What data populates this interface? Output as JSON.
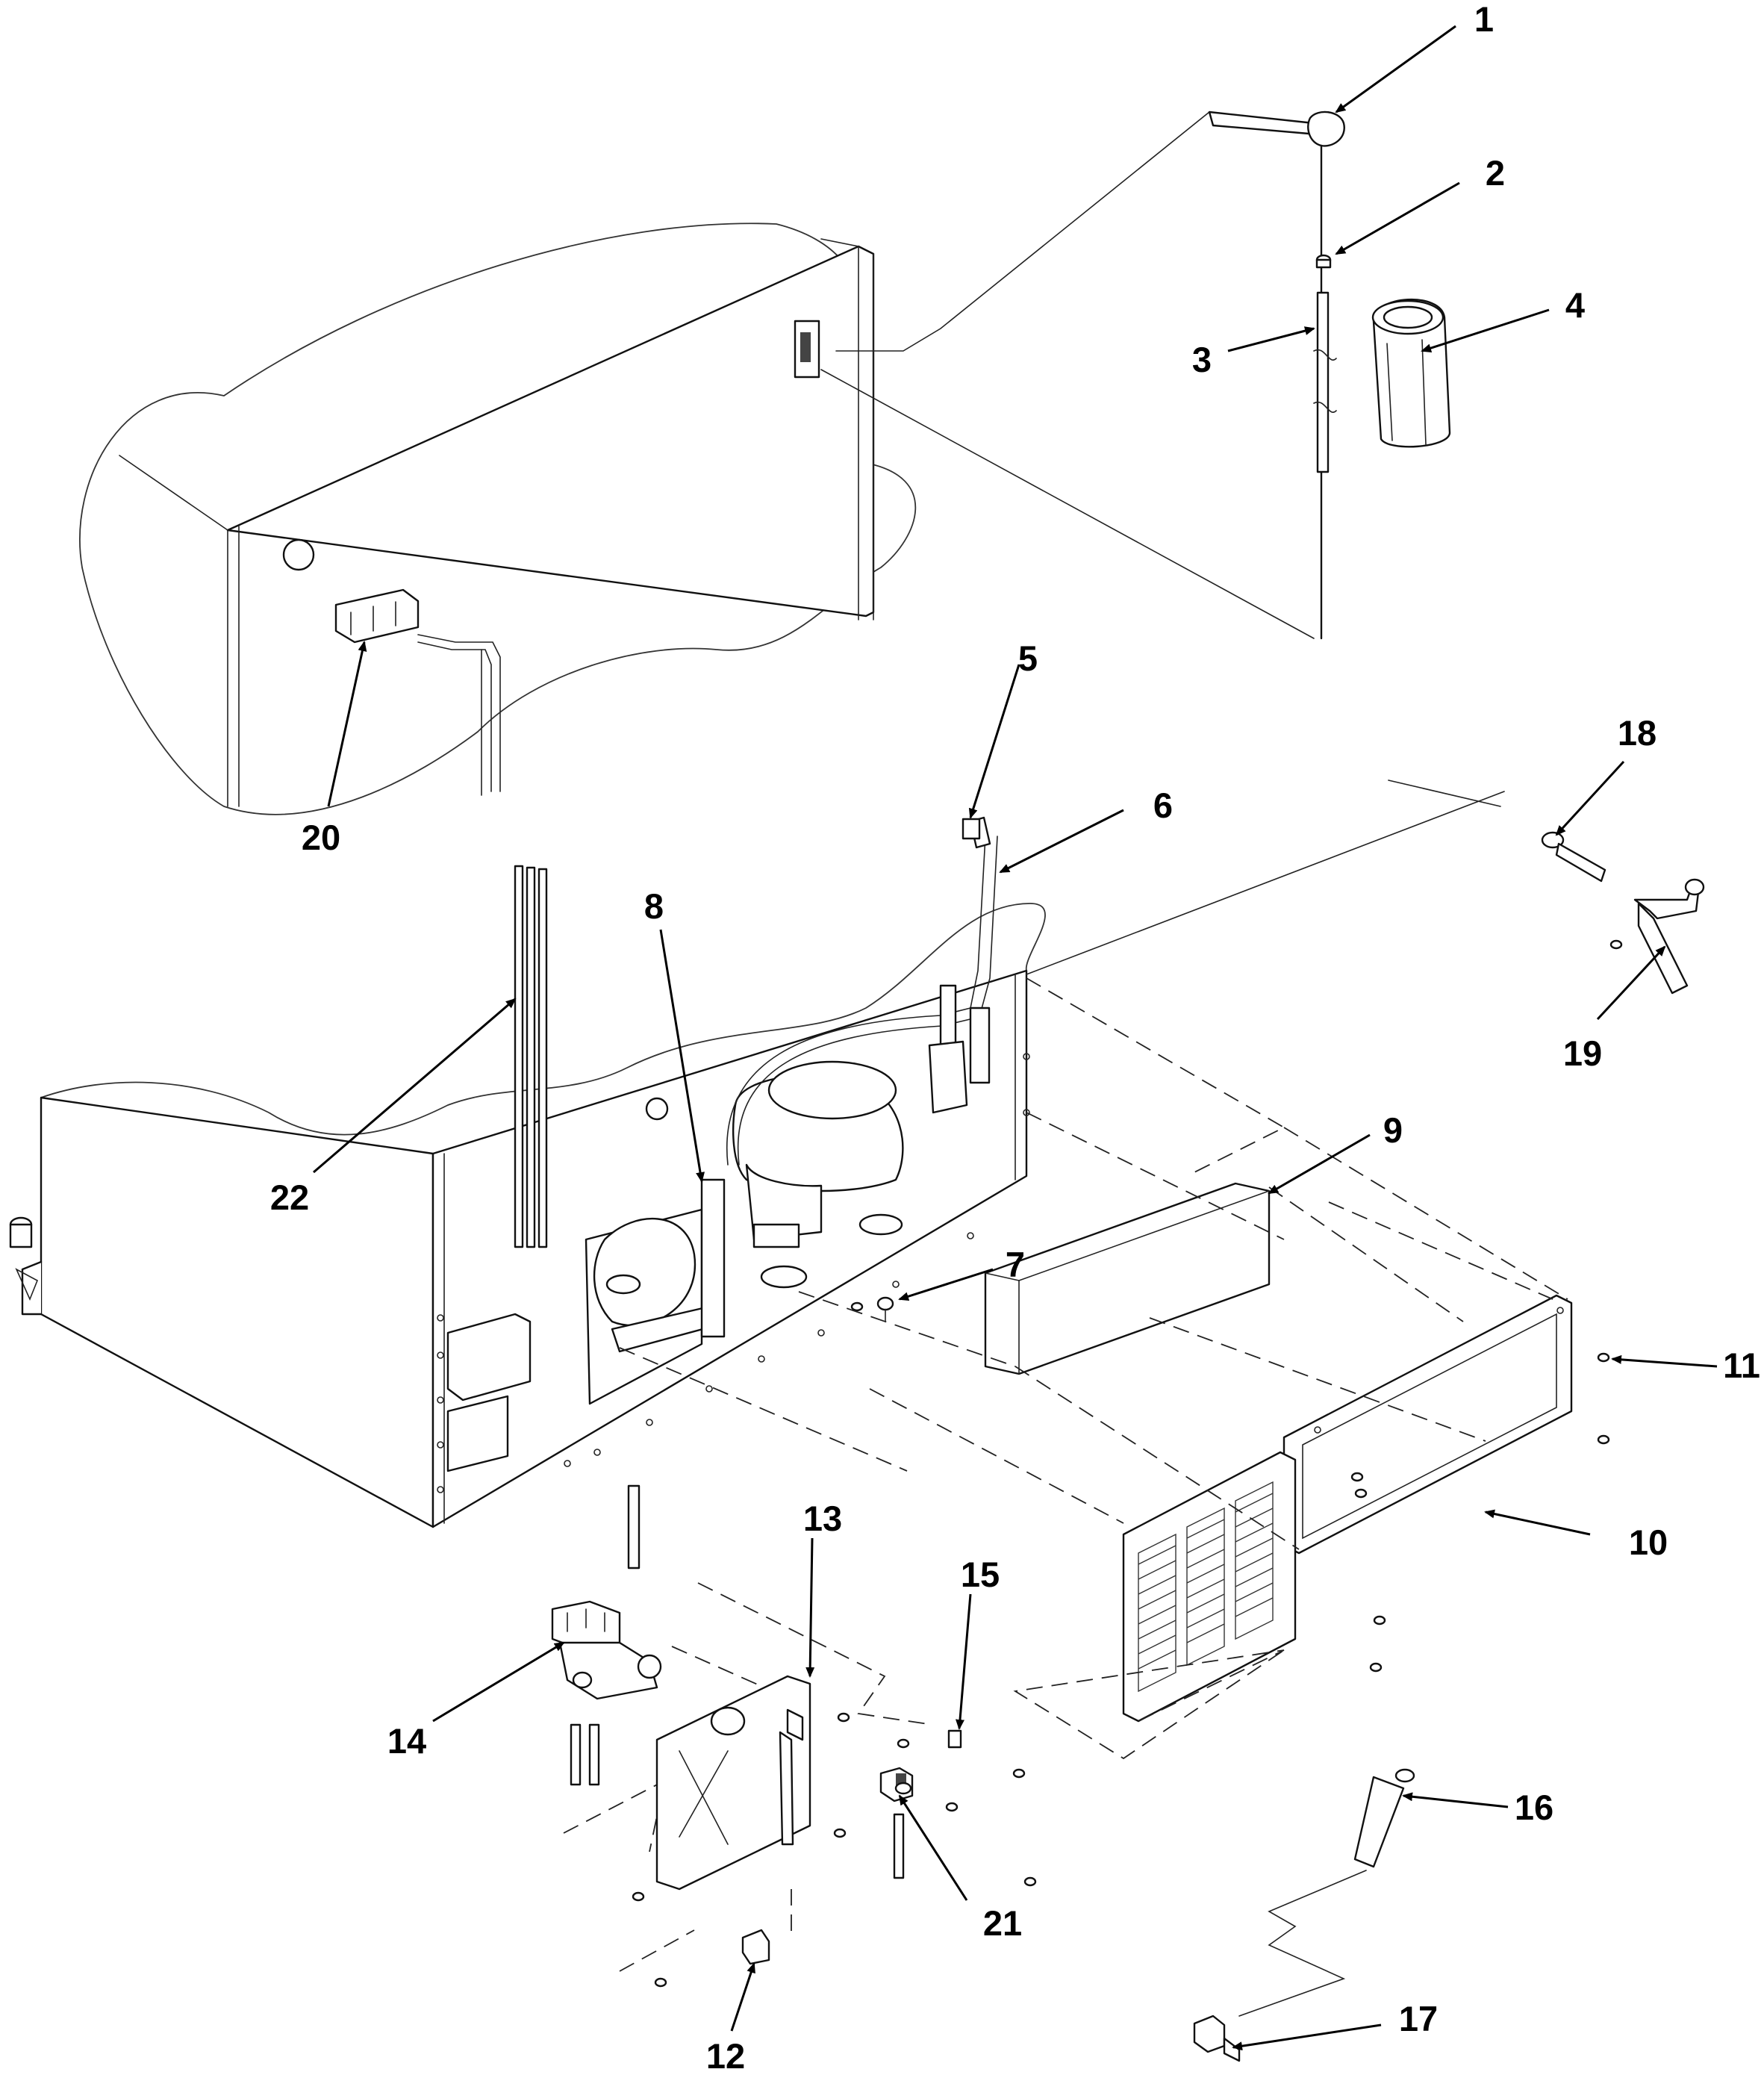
{
  "callouts": [
    {
      "id": "1",
      "label": "1"
    },
    {
      "id": "2",
      "label": "2"
    },
    {
      "id": "3",
      "label": "3"
    },
    {
      "id": "4",
      "label": "4"
    },
    {
      "id": "5",
      "label": "5"
    },
    {
      "id": "6",
      "label": "6"
    },
    {
      "id": "7",
      "label": "7"
    },
    {
      "id": "8",
      "label": "8"
    },
    {
      "id": "9",
      "label": "9"
    },
    {
      "id": "10",
      "label": "10"
    },
    {
      "id": "11",
      "label": "11"
    },
    {
      "id": "12",
      "label": "12"
    },
    {
      "id": "13",
      "label": "13"
    },
    {
      "id": "14",
      "label": "14"
    },
    {
      "id": "15",
      "label": "15"
    },
    {
      "id": "16",
      "label": "16"
    },
    {
      "id": "17",
      "label": "17"
    },
    {
      "id": "18",
      "label": "18"
    },
    {
      "id": "19",
      "label": "19"
    },
    {
      "id": "20",
      "label": "20"
    },
    {
      "id": "21",
      "label": "21"
    },
    {
      "id": "22",
      "label": "22"
    }
  ],
  "colors": {
    "line": "#000000",
    "background": "#ffffff"
  }
}
